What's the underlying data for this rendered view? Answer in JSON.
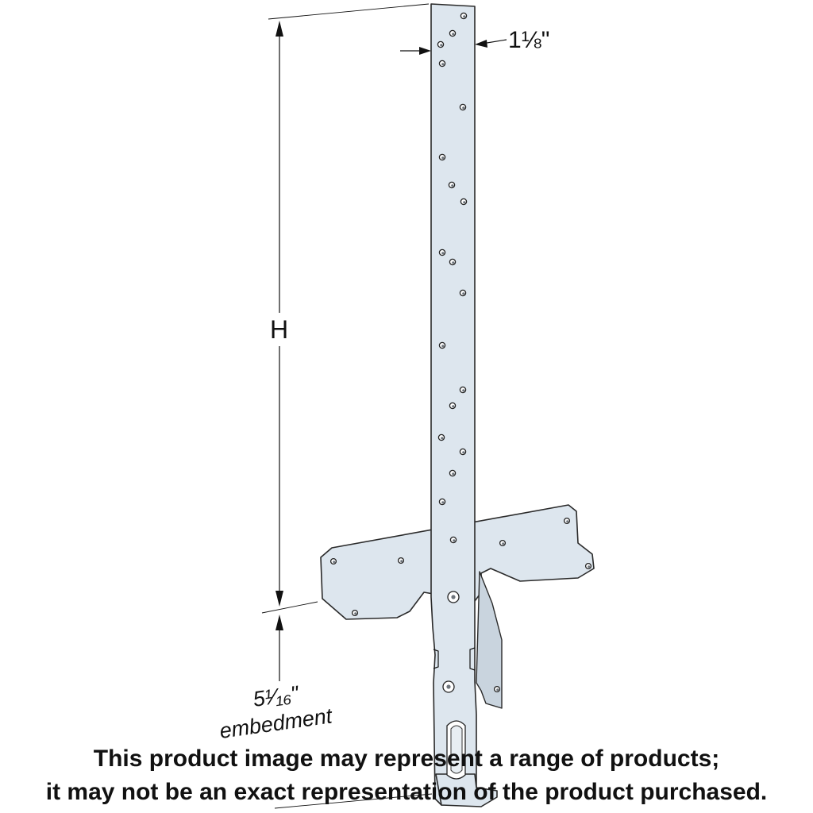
{
  "dimensions": {
    "width_label": "1⅛\"",
    "height_label": "H",
    "embedment_value": "5¹⁄₁₆\"",
    "embedment_word": "embedment"
  },
  "disclaimer": {
    "line1": "This product image may represent a range of products;",
    "line2": "it may not be an exact representation of the product purchased."
  }
}
